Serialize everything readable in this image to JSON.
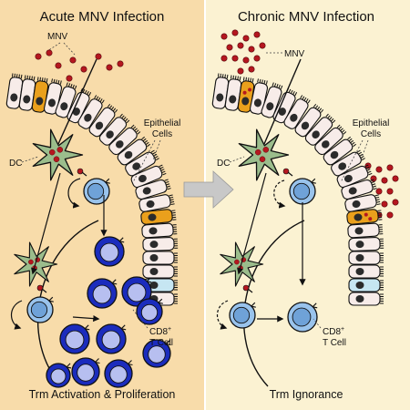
{
  "panels": {
    "left": {
      "title": "Acute MNV Infection",
      "virus_label": "MNV",
      "epithelial_label_line1": "Epithelial",
      "epithelial_label_line2": "Cells",
      "dc_label": "DC",
      "cd8_label_line1": "CD8",
      "cd8_label_sup": "+",
      "cd8_label_line2": "T Cell",
      "caption": "Trm Activation & Proliferation"
    },
    "right": {
      "title": "Chronic MNV Infection",
      "virus_label": "MNV",
      "epithelial_label_line1": "Epithelial",
      "epithelial_label_line2": "Cells",
      "dc_label": "DC",
      "cd8_label_line1": "CD8",
      "cd8_label_sup": "+",
      "cd8_label_line2": "T Cell",
      "caption": "Trm Ignorance"
    }
  },
  "colors": {
    "acute_background": "#f8dcaa",
    "chronic_background": "#fbf2d2",
    "virus": "#b5171f",
    "epithelial_cell": "#f7ece9",
    "infected_epithelial": "#eaa01c",
    "dendritic_cell": "#9bbd8c",
    "resting_t_cell": "#99c3ec",
    "activated_t_cell": "#1b2cbd",
    "cyan_epithelial": "#c6e6f2",
    "arrow": "#c8c8c8"
  },
  "icons": {
    "transition_arrow": "right-block-arrow-icon"
  }
}
